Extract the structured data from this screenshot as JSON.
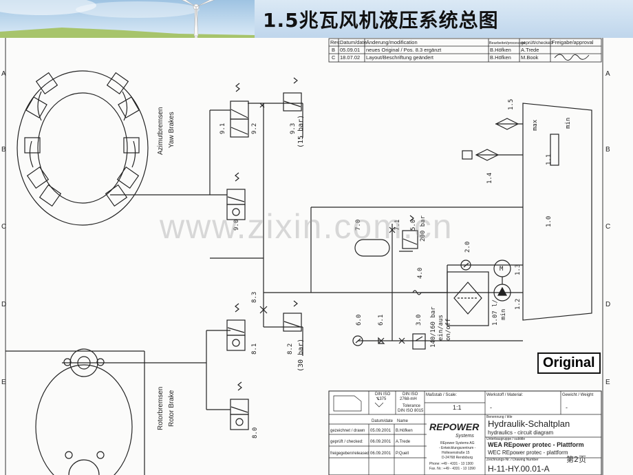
{
  "slide_title": "1.5兆瓦风机液压系统总图",
  "watermark": "www.zixin.com.cn",
  "page_number": "第2页",
  "stamp": "Original",
  "revision_table": {
    "headers": [
      "Rev.",
      "Datum/date",
      "Änderung/modification",
      "Bearbeitet/processed",
      "geprüft/checked",
      "Freigabe/approval"
    ],
    "rows": [
      [
        "B",
        "05.09.01",
        "neues Original / Pos. 8.3 ergänzt",
        "B.Höfken",
        "A.Trede",
        ""
      ],
      [
        "C",
        "18.07.02",
        "Layout/Beschriftung geändert",
        "B.Höfken",
        "M.Book",
        ""
      ]
    ]
  },
  "side_labels": {
    "yaw": [
      "Azimutbremsen",
      "Yaw Brakes"
    ],
    "rotor": [
      "Rotorbremsen",
      "Rotor Brake"
    ]
  },
  "grid_letters": [
    "A",
    "B",
    "C",
    "D",
    "E"
  ],
  "components": {
    "c91": "9.1",
    "c92": "9.2",
    "c93": "9.3",
    "c93_note": "(15 bar)",
    "c90": "9.0",
    "c83": "8.3",
    "c81": "8.1",
    "c82": "8.2",
    "c82_note": "(30 bar)",
    "c80": "8.0",
    "c70": "7.0",
    "c71": "7.1",
    "c50": "5.0",
    "c50_note": "200 bar",
    "c40": "4.0",
    "c60": "6.0",
    "c61": "6.1",
    "c30": "3.0",
    "c30_note": [
      "140/160 bar",
      "ein/aus",
      "on/off"
    ],
    "c20": "2.0",
    "c15": "1.5",
    "c14": "1.4",
    "c11": "1.1",
    "c10": "1.0",
    "c13": "1.3",
    "c12": "1.2",
    "motor": "M",
    "motor_note": [
      "1.07 l/",
      "min"
    ],
    "max": "max",
    "min": "min"
  },
  "title_block": {
    "din1": [
      "DIN ISO",
      "1375"
    ],
    "din2": [
      "DIN ISO",
      "2768-mH"
    ],
    "tolerance": [
      "Tolerance",
      "DIN ISO 8015"
    ],
    "scale_label": "Maßstab / Scale:",
    "scale": "1:1",
    "material_label": "Werkstoff / Material:",
    "material": "-",
    "weight_label": "Gewicht / Weight",
    "weight": "-",
    "date_header": "Datum/date",
    "name_header": "Name",
    "rows": [
      [
        "gezeichnet / drawn",
        "05.09.2001",
        "B.Höfken"
      ],
      [
        "geprüft / checked:",
        "06.09.2001",
        "A.Trede"
      ],
      [
        "freigegeben/released",
        "06.09.2001",
        "P.Quell"
      ]
    ],
    "company": "REPOWER",
    "company_sub": "Systems",
    "address": [
      "REpower Systems AG",
      "- Entwicklungszentrum -",
      "Hollesenstraße 15",
      "D-24768 Rendsburg",
      "Phone: +49 - 4331 - 13 1300",
      "Fax. Nr.: +49 - 4331 - 13 1390"
    ],
    "desc_label": "Benennung / title",
    "drawing_title": "Hydraulik-Schaltplan",
    "drawing_subtitle": "hydraulics - circuit diagram",
    "assembly_label": "Unterbaugruppe / subtitle",
    "assembly1": "WEA REpower protec - Plattform",
    "assembly2": "WEC REpower protec - plattform",
    "drawing_no_label": "Zeichnungs-Nr. / Drawing Number",
    "drawing_no": "H-11-HY.00.01-A"
  }
}
